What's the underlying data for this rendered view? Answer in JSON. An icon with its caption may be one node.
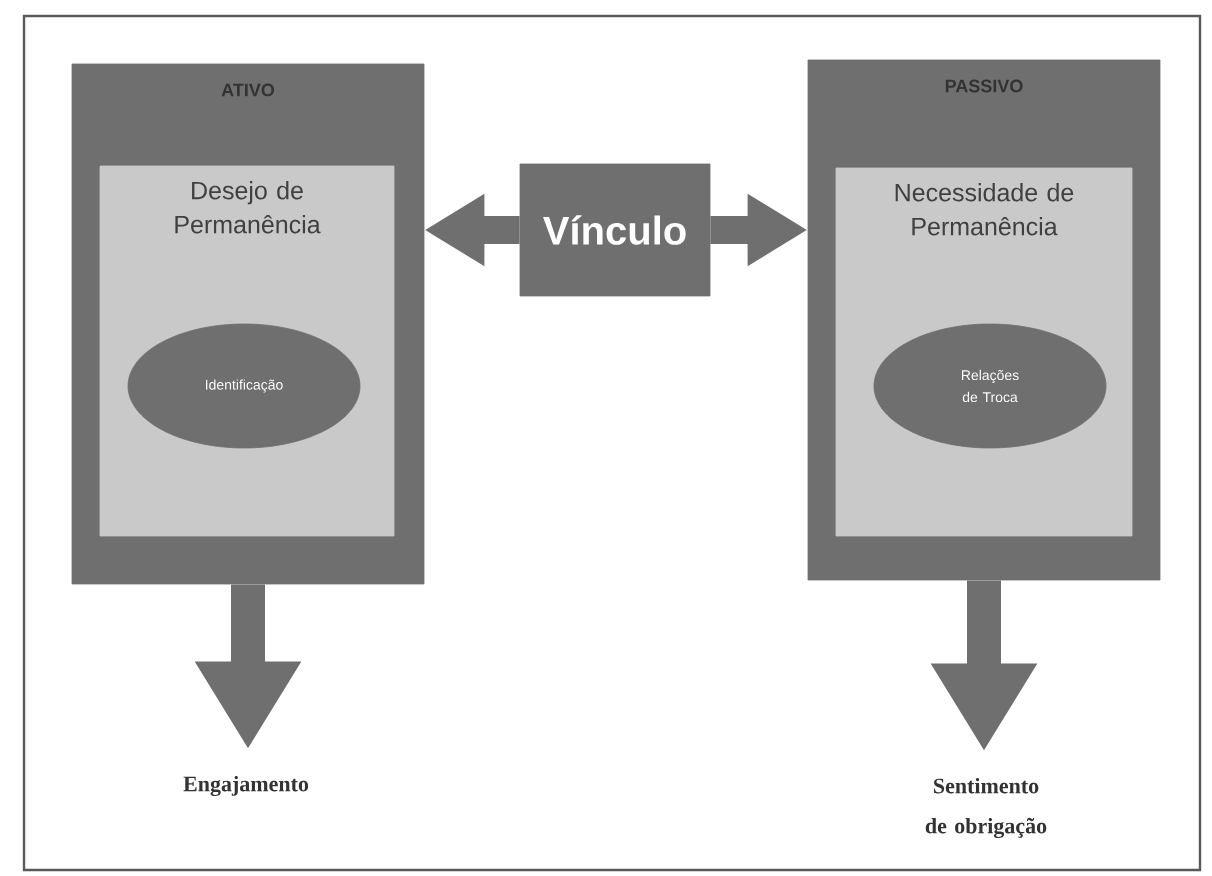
{
  "diagram": {
    "nodes": [
      {
        "text": [
          "ATIVO"
        ]
      },
      {
        "text": [
          "Desejo de Permanência"
        ],
        "in": 0
      },
      {
        "text": [
          "Identificação"
        ],
        "in": 1
      },
      {
        "text": [
          "PASSIVO"
        ]
      },
      {
        "text": [
          "Necessidade de Permanência"
        ],
        "in": 3
      },
      {
        "text": [
          "Relações de Troca"
        ],
        "in": 4
      },
      {
        "text": [
          "Vínculo"
        ]
      },
      {
        "text": [
          "Engajamento"
        ]
      },
      {
        "text": [
          "Sentimento de obrigação"
        ]
      }
    ],
    "edges": [
      {
        "from": 6,
        "to": 0,
        "arrow": "to"
      },
      {
        "from": 6,
        "to": 3,
        "arrow": "to"
      },
      {
        "from": 0,
        "to": 7,
        "arrow": "to"
      },
      {
        "from": 3,
        "to": 8,
        "arrow": "to"
      }
    ]
  }
}
